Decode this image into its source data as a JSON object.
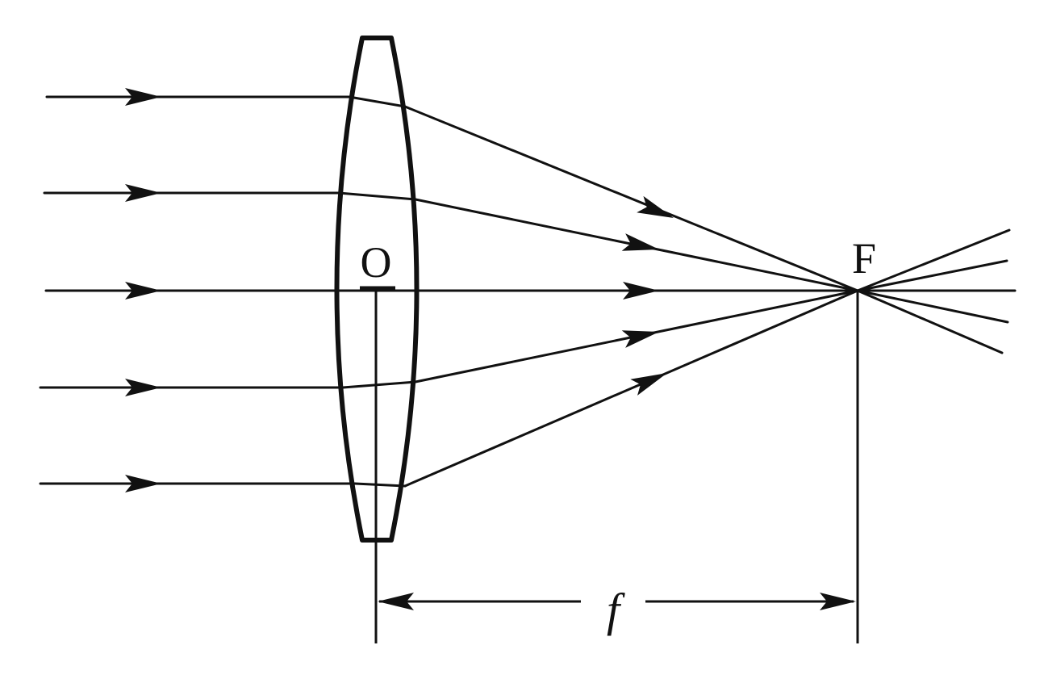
{
  "labels": {
    "optical_center": "O",
    "focal_point": "F",
    "focal_length": "f"
  },
  "colors": {
    "line": "#111111",
    "background": "#ffffff"
  }
}
